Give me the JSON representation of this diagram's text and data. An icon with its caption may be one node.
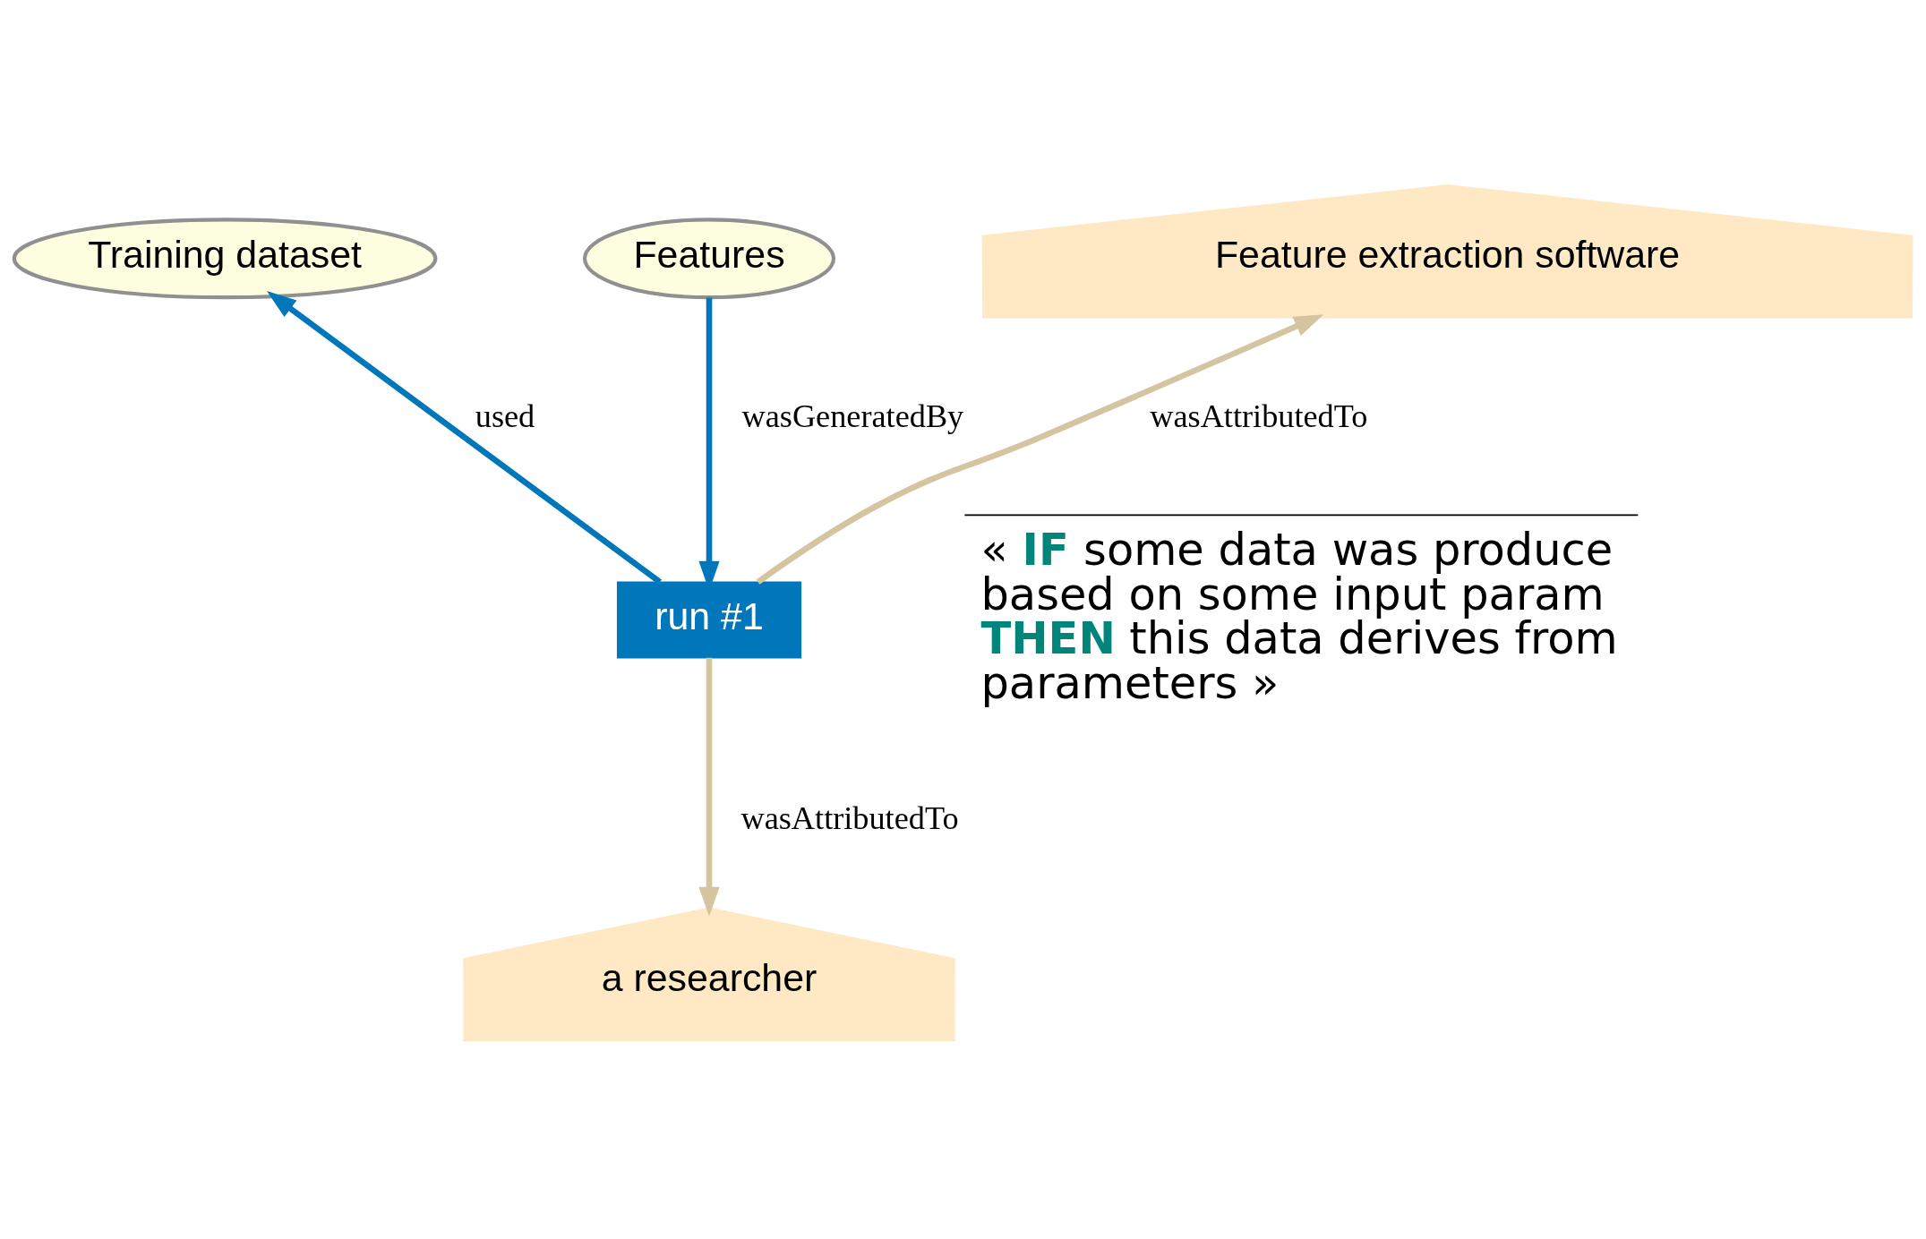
{
  "diagram": {
    "nodes": [
      {
        "text": [
          "Training dataset"
        ]
      },
      {
        "text": [
          "Features"
        ]
      },
      {
        "text": [
          "Feature extraction software"
        ]
      },
      {
        "text": [
          "run #1"
        ]
      },
      {
        "text": [
          "a researcher"
        ]
      }
    ],
    "edges": [
      {
        "from": 3,
        "to": 0,
        "arrow": "to",
        "label": "used",
        "color": "#0077bb"
      },
      {
        "from": 1,
        "to": 3,
        "arrow": "to",
        "label": "wasGeneratedBy",
        "color": "#0077bb"
      },
      {
        "from": 3,
        "to": 2,
        "arrow": "to",
        "label": "wasAttributedTo",
        "color": "#d4c4a0"
      },
      {
        "from": 3,
        "to": 4,
        "arrow": "to",
        "label": "wasAttributedTo",
        "color": "#d4c4a0"
      }
    ],
    "labels": [
      "« **IF** some data was produce based on some input param **THEN** this data derives from parameters »"
    ]
  }
}
